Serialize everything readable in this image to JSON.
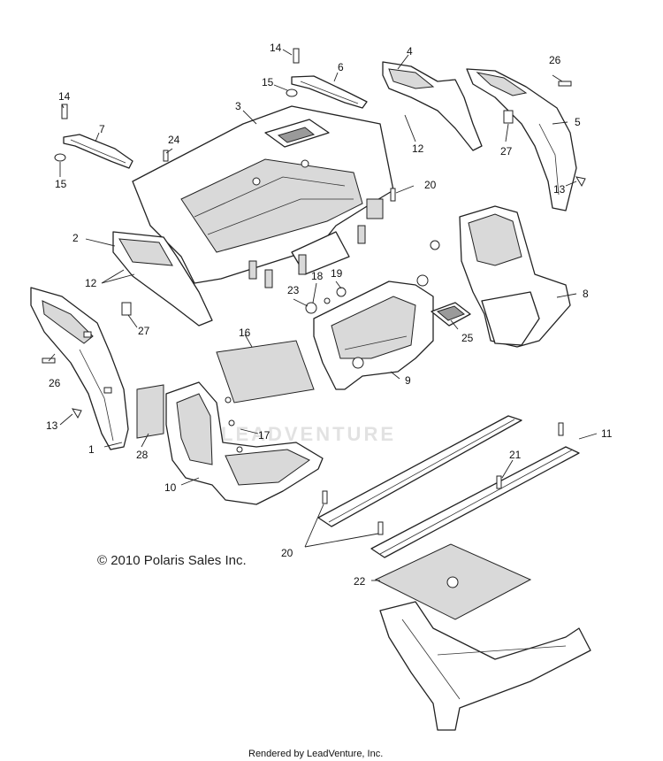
{
  "callouts": {
    "c1": "1",
    "c2": "2",
    "c3": "3",
    "c4": "4",
    "c5": "5",
    "c6": "6",
    "c7": "7",
    "c8": "8",
    "c9": "9",
    "c10": "10",
    "c11": "11",
    "c12a": "12",
    "c12b": "12",
    "c13a": "13",
    "c13b": "13",
    "c14a": "14",
    "c14b": "14",
    "c15a": "15",
    "c15b": "15",
    "c16": "16",
    "c17": "17",
    "c18": "18",
    "c19": "19",
    "c20a": "20",
    "c20b": "20",
    "c21": "21",
    "c22": "22",
    "c23": "23",
    "c24": "24",
    "c25": "25",
    "c26a": "26",
    "c26b": "26",
    "c27a": "27",
    "c27b": "27",
    "c28": "28"
  },
  "watermark": "LEADVENTURE",
  "copyright": "© 2010 Polaris Sales Inc.",
  "footer": "Rendered by LeadVenture, Inc."
}
